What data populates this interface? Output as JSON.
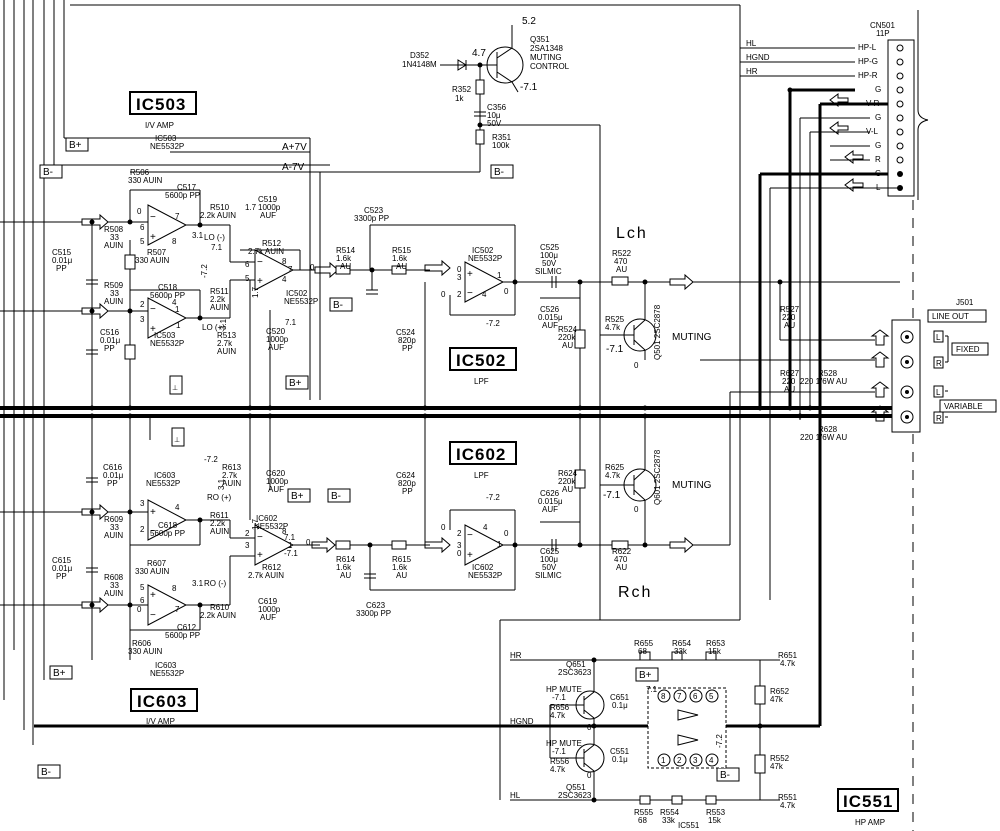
{
  "ics": {
    "ic503": {
      "name": "IC503",
      "func": "I/V AMP",
      "part": "IC503\nNE5532P"
    },
    "ic603": {
      "name": "IC603",
      "func": "I/V AMP",
      "part": "IC603\nNE5532P"
    },
    "ic502": {
      "name": "IC502",
      "func": "LPF",
      "part": "IC502\nNE5532P"
    },
    "ic602": {
      "name": "IC602",
      "func": "LPF",
      "part": "IC602\nNE5532P"
    },
    "ic551": {
      "name": "IC551",
      "func": "HP AMP",
      "part": "IC551"
    }
  },
  "channels": {
    "left": "Lch",
    "right": "Rch"
  },
  "rails": {
    "bplus": "B+",
    "bminus": "B-",
    "a_plus": "A+7V",
    "a_minus": "A-7V"
  },
  "muting_circuit": {
    "q351": "Q351\n2SA1348",
    "q351_func": "MUTING\nCONTROL",
    "v_top": "5.2",
    "v_4_7": "4.7",
    "v_neg": "-7.1",
    "d352": "D352\n1N4148M",
    "r352": "R352\n1k",
    "c356": "C356\n10μ\n50V",
    "r351": "R351\n100k"
  },
  "connector_cn501": {
    "title": "CN501\n11P",
    "pins": [
      "HP-L",
      "HP-G",
      "HP-R",
      "G",
      "V-R",
      "G",
      "V-L",
      "G",
      "R",
      "G",
      "L"
    ],
    "lines": [
      "HL",
      "HGND",
      "HR"
    ]
  },
  "connector_j501": {
    "title": "J501",
    "label": "LINE OUT",
    "fixed": "FIXED",
    "variable": "VARIABLE",
    "l": "L",
    "r": "R"
  },
  "lch_components": [
    "R506\n330 AUIN",
    "C517\n5600p PP",
    "R510\n2.2k AUIN",
    "C519\n1000p\nAUF",
    "R512\n2.7k AUIN",
    "R508\n33\nAUIN",
    "R507\n330 AUIN",
    "C515\n0.01μ\nPP",
    "R509\n33\nAUIN",
    "C518\n5600p PP",
    "R511\n2.2k\nAUIN",
    "R513\n2.7k\nAUIN",
    "C516\n0.01μ\nPP",
    "C520\n1000p\nAUF",
    "R514\n1.6k\nAU",
    "C523\n3300p PP",
    "R515\n1.6k\nAU",
    "C524\n820p\nPP",
    "C525\n100μ\n50V\nSILMIC",
    "C526\n0.015μ\nAUF",
    "R524\n220k\nAU",
    "R522\n470\nAU",
    "R525\n4.7k",
    "Q501 2SC2878",
    "R527\n220\nAU",
    "R528\n220 1/6W AU"
  ],
  "rch_components": [
    "C616\n0.01μ\nPP",
    "R613\n2.7k\nAUIN",
    "C620\n1000p\nAUF",
    "R611\n2.2k\nAUIN",
    "R609\n33\nAUIN",
    "C618\n5600p PP",
    "R607\n330 AUIN",
    "C615\n0.01μ\nPP",
    "R612\n2.7k AUIN",
    "R608\n33\nAUIN",
    "R610\n2.2k AUIN",
    "C619\n1000p\nAUF",
    "C612\n5600p PP",
    "R606\n330 AUIN",
    "R614\n1.6k\nAU",
    "R615\n1.6k\nAU",
    "C623\n3300p PP",
    "C624\n820p\nPP",
    "R624\n220k\nAU",
    "C626\n0.015μ\nAUF",
    "C625\n100μ\n50V\nSILMIC",
    "R622\n470\nAU",
    "R625\n4.7k",
    "Q601 2SC2878",
    "R627\n220\nAU",
    "R628\n220 1/6W AU"
  ],
  "hp_section": {
    "q651": "Q651\n2SC3623",
    "q551": "Q551\n2SC3623",
    "mute": "HP MUTE",
    "r656": "R656\n4.7k",
    "r556": "R556\n4.7k",
    "c651": "C651\n0.1μ",
    "c551": "C551\n0.1μ",
    "r655": "R655\n68",
    "r654": "R654\n33k",
    "r653": "R653\n15k",
    "r651": "R651\n4.7k",
    "r652": "R652\n47k",
    "r552": "R552\n47k",
    "r551": "R551\n4.7k",
    "r555": "R555\n68",
    "r554": "R554\n33k",
    "r553": "R553\n15k",
    "lines": {
      "hr": "HR",
      "hgnd": "HGND",
      "hl": "HL"
    }
  },
  "misc_labels": {
    "muting": "MUTING",
    "lo_minus": "LO (-)",
    "lo_plus": "LO (+)",
    "ro_plus": "RO (+)",
    "ro_minus": "RO (-)",
    "v_neg72": "-7.2",
    "v_71": "7.1",
    "v_neg71": "-7.1",
    "v_31": "3.1",
    "v_17": "1.7",
    "v_0": "0"
  }
}
